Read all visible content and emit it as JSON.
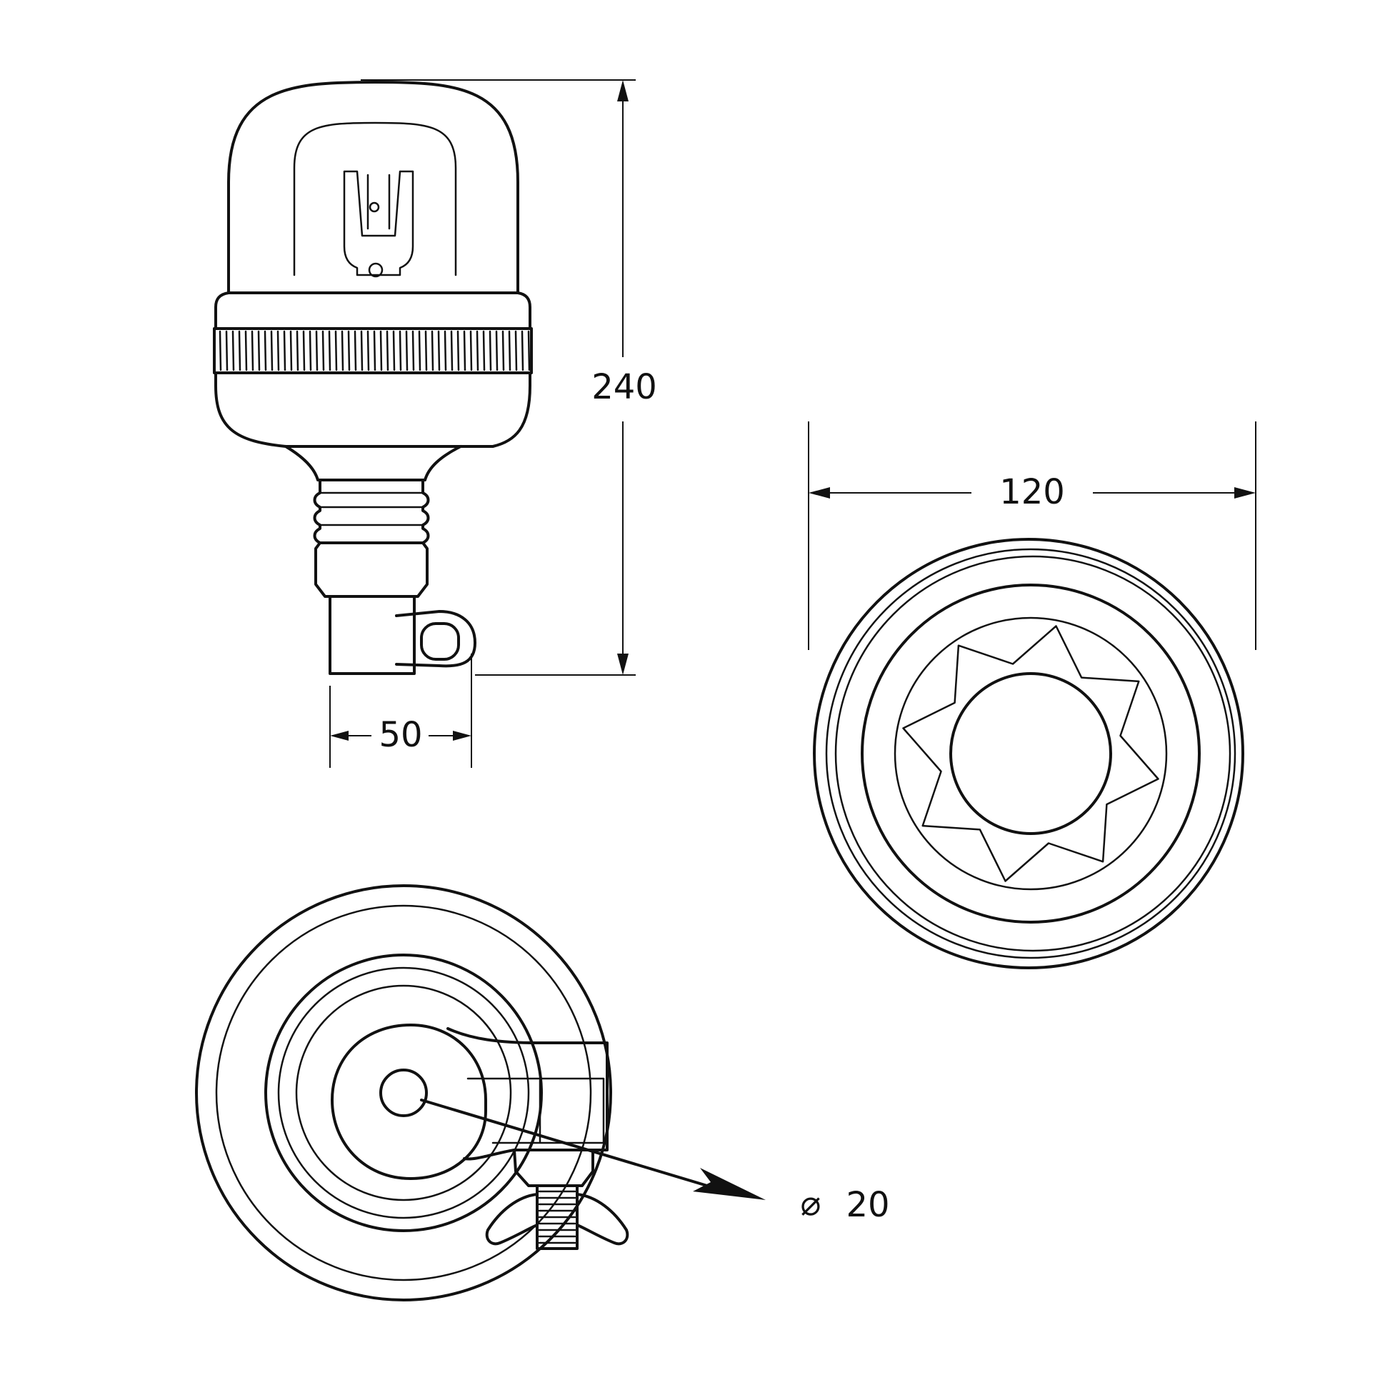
{
  "diagram": {
    "dimensions": {
      "height_label": "240",
      "width_label": "120",
      "base_width_label": "50",
      "diameter_symbol": "⌀",
      "diameter_label": "20"
    },
    "colors": {
      "line": "#111111",
      "background": "#ffffff"
    }
  }
}
